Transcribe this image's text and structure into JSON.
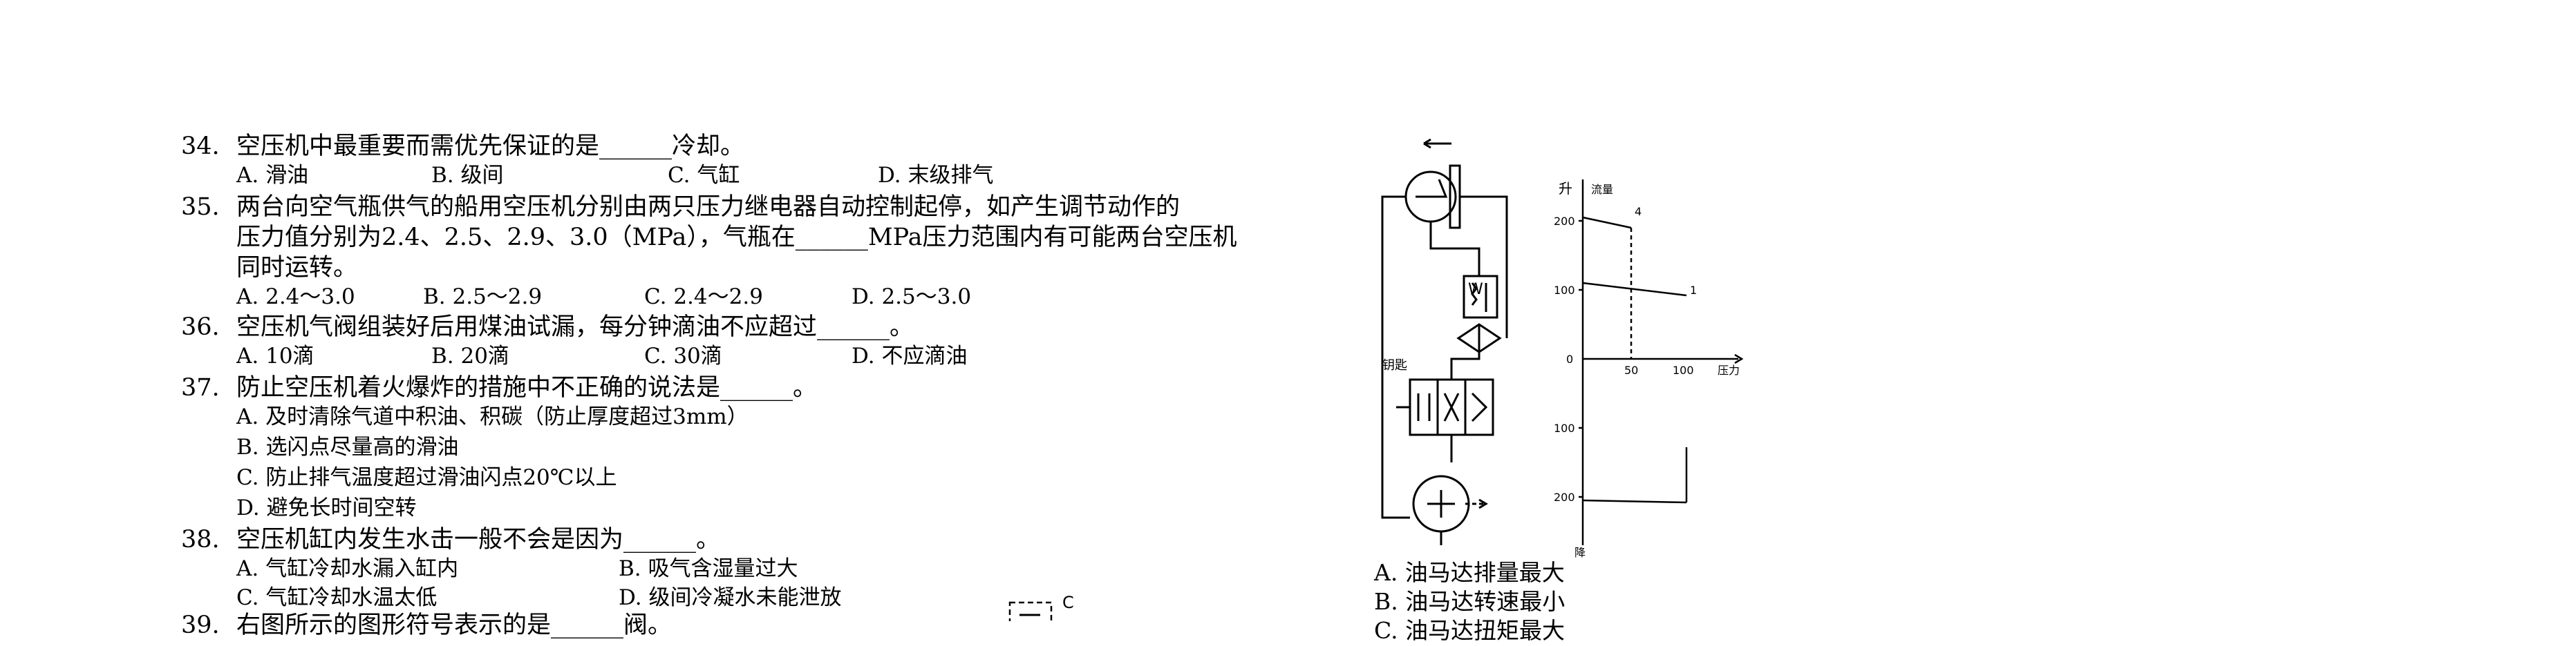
{
  "questions": [
    {
      "num": "34.",
      "lines": [
        "空压机中最重要而需优先保证的是______冷却。"
      ],
      "options": [
        "A. 滑油",
        "B. 级间",
        "C. 气缸",
        "D. 末级排气"
      ]
    },
    {
      "num": "35.",
      "lines": [
        "两台向空气瓶供气的船用空压机分别由两只压力继电器自动控制起停，如产生调节动作的",
        "压力值分别为2.4、2.5、2.9、3.0（MPa），气瓶在______MPa压力范围内有可能两台空压机",
        "同时运转。"
      ],
      "options": [
        "A. 2.4～3.0",
        "B. 2.5～2.9",
        "C. 2.4～2.9",
        "D. 2.5～3.0"
      ]
    },
    {
      "num": "36.",
      "lines": [
        "空压机气阀组装好后用煤油试漏，每分钟滴油不应超过______。"
      ],
      "options": [
        "A. 10滴",
        "B. 20滴",
        "C. 30滴",
        "D. 不应滴油"
      ]
    },
    {
      "num": "37.",
      "lines": [
        "防止空压机着火爆炸的措施中不正确的说法是______。"
      ],
      "options": [
        "A. 及时清除气道中积油、积碳（防止厚度超过3mm）",
        "B. 选闪点尽量高的滑油",
        "C. 防止排气温度超过滑油闪点20℃以上",
        "D. 避免长时间空转"
      ]
    },
    {
      "num": "38.",
      "lines": [
        "空压机缸内发生水击一般不会是因为______。"
      ],
      "options": [
        "A. 气缸冷却水漏入缸内",
        "B. 吸气含湿量过大",
        "C. 气缸冷却水温太低",
        "D. 级间冷凝水未能泄放"
      ]
    },
    {
      "num": "39.",
      "lines": [
        "右图所示的图形符号表示的是______阀。"
      ]
    }
  ],
  "right_options": [
    "A. 油马达排量最大",
    "B. 油马达转速最小",
    "C. 油马达扭矩最大"
  ],
  "diagram_labels": {
    "box_label": "C",
    "valve_label": "W",
    "hand_label": "钥匙"
  },
  "chart_labels": {
    "ylabel": "升",
    "yaxis_title": "流量",
    "ytick_top": "200",
    "ytick_mid": "100",
    "ytick_zero": "0",
    "ytick_neg1": "100",
    "ytick_neg2": "200",
    "xtick_a": "50",
    "xtick_b": "100",
    "xlabel": "压力",
    "line_a": "4",
    "line_b": "1",
    "bottom_label": "降"
  }
}
